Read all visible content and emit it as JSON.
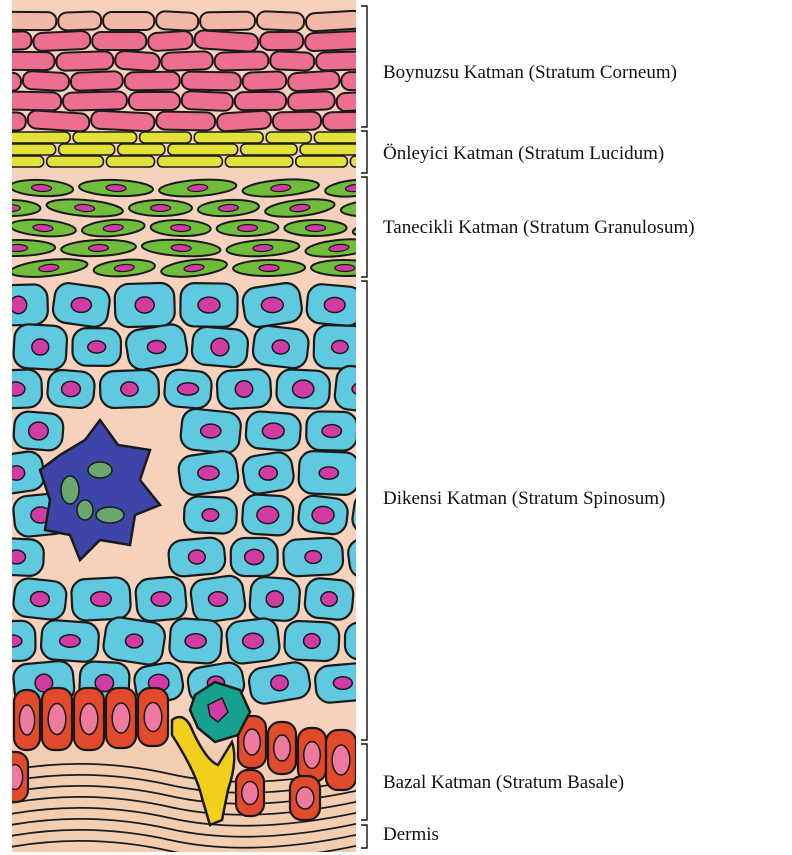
{
  "layers": [
    {
      "id": "corneum",
      "label": "Boynuzsu Katman (Stratum Corneum)",
      "color": "#ec6f8f"
    },
    {
      "id": "lucidum",
      "label": "Önleyici Katman (Stratum Lucidum)",
      "color": "#e4e03b"
    },
    {
      "id": "granulosum",
      "label": "Tanecikli Katman (Stratum Granulosum)",
      "color": "#6fbd3a"
    },
    {
      "id": "spinosum",
      "label": "Dikensi Katman (Stratum Spinosum)",
      "color": "#5ec9df"
    },
    {
      "id": "basale",
      "label": "Bazal Katman (Stratum Basale)",
      "color": "#e24a2c"
    },
    {
      "id": "dermis",
      "label": "Dermis",
      "color": "#f3cdb0"
    }
  ],
  "colors": {
    "background": "#f6d2bd",
    "nucleus": "#d03ca4",
    "melanocyte": "#3d46a8",
    "langerhans": "#16a08e",
    "nerve": "#f2cf1c"
  }
}
